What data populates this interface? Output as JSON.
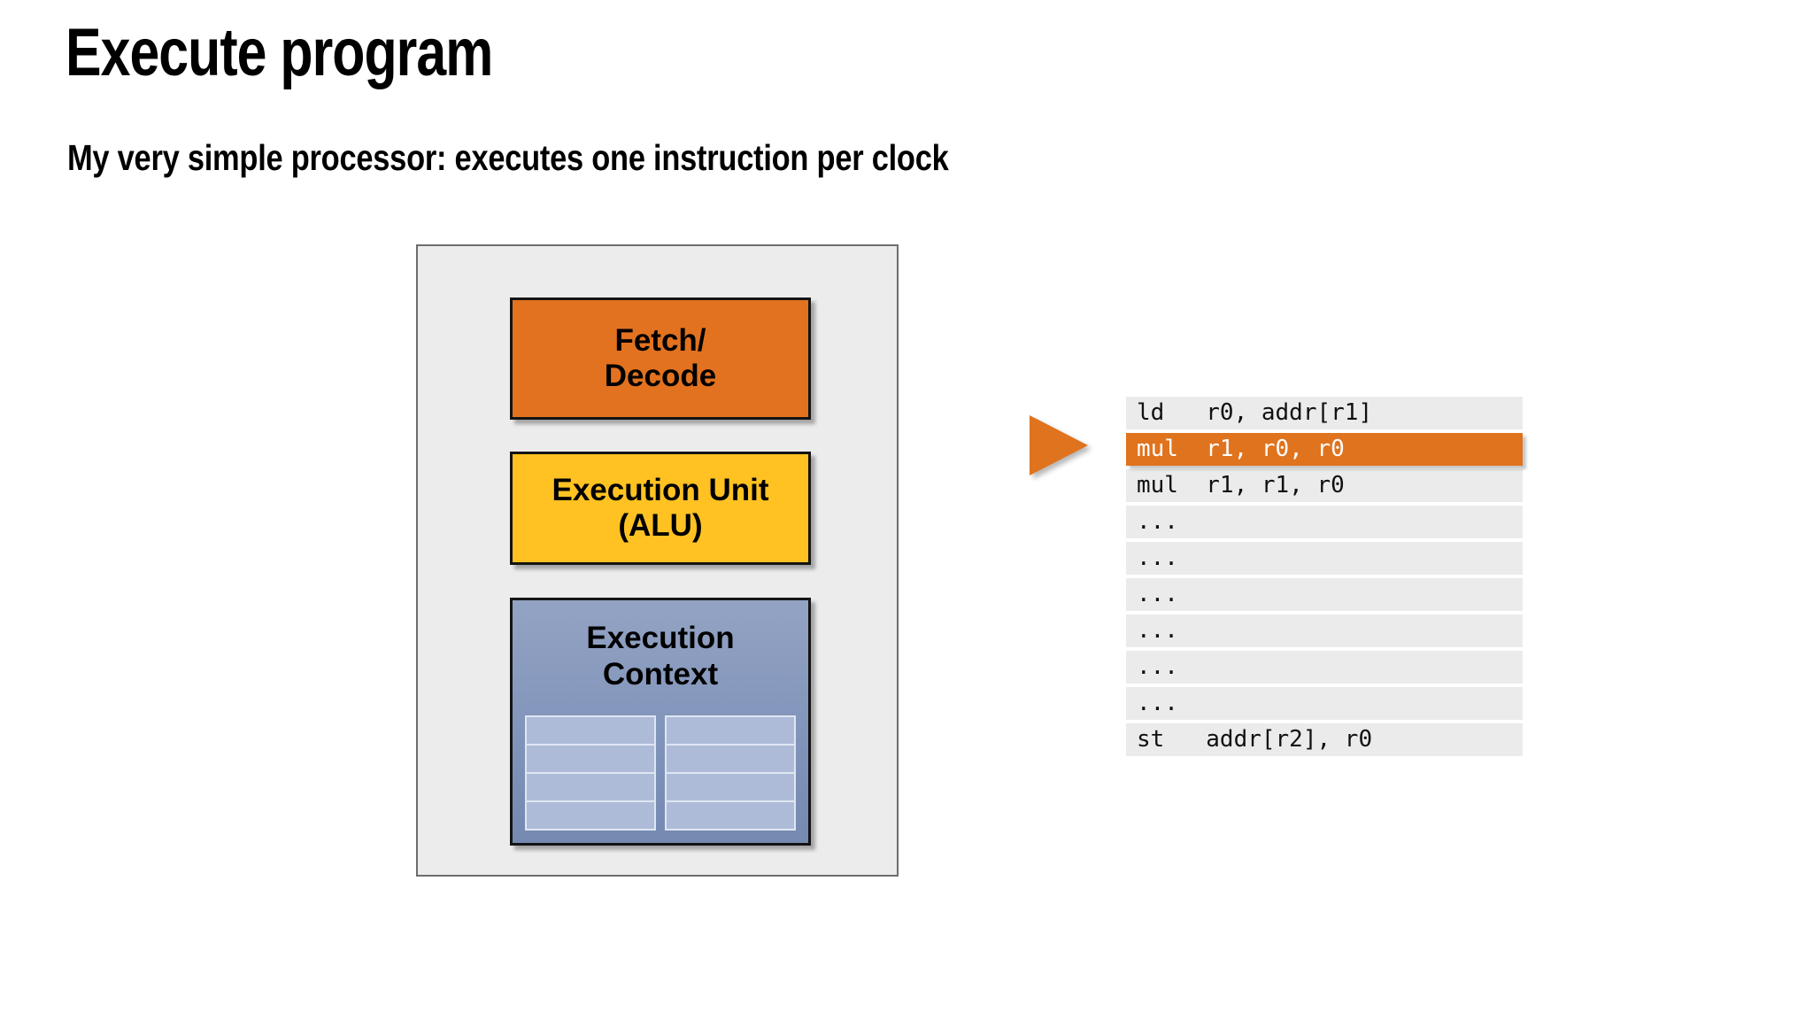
{
  "slide": {
    "title": "Execute program",
    "subtitle": "My very simple processor: executes one instruction per clock"
  },
  "processor": {
    "fetch_decode": {
      "line1": "Fetch/",
      "line2": "Decode",
      "color": "#e2721f"
    },
    "execution_unit": {
      "line1": "Execution Unit",
      "line2": "(ALU)",
      "color": "#ffc222"
    },
    "execution_context": {
      "line1": "Execution",
      "line2": "Context",
      "color": "#8194ba",
      "register_banks": [
        {
          "cells": [
            "",
            "",
            "",
            ""
          ]
        },
        {
          "cells": [
            "",
            "",
            "",
            ""
          ]
        }
      ]
    },
    "container_color": "#ececec"
  },
  "instruction_stream": {
    "pointer_icon": "play-triangle-icon",
    "pointer_color": "#e0731e",
    "highlight_color": "#e0731e",
    "row_color": "#ebebeb",
    "current_index": 1,
    "rows": [
      {
        "text": "ld   r0, addr[r1]",
        "highlighted": false
      },
      {
        "text": "mul  r1, r0, r0",
        "highlighted": true
      },
      {
        "text": "mul  r1, r1, r0",
        "highlighted": false
      },
      {
        "text": "...",
        "highlighted": false
      },
      {
        "text": "...",
        "highlighted": false
      },
      {
        "text": "...",
        "highlighted": false
      },
      {
        "text": "...",
        "highlighted": false
      },
      {
        "text": "...",
        "highlighted": false
      },
      {
        "text": "...",
        "highlighted": false
      },
      {
        "text": "st   addr[r2], r0",
        "highlighted": false
      }
    ]
  }
}
